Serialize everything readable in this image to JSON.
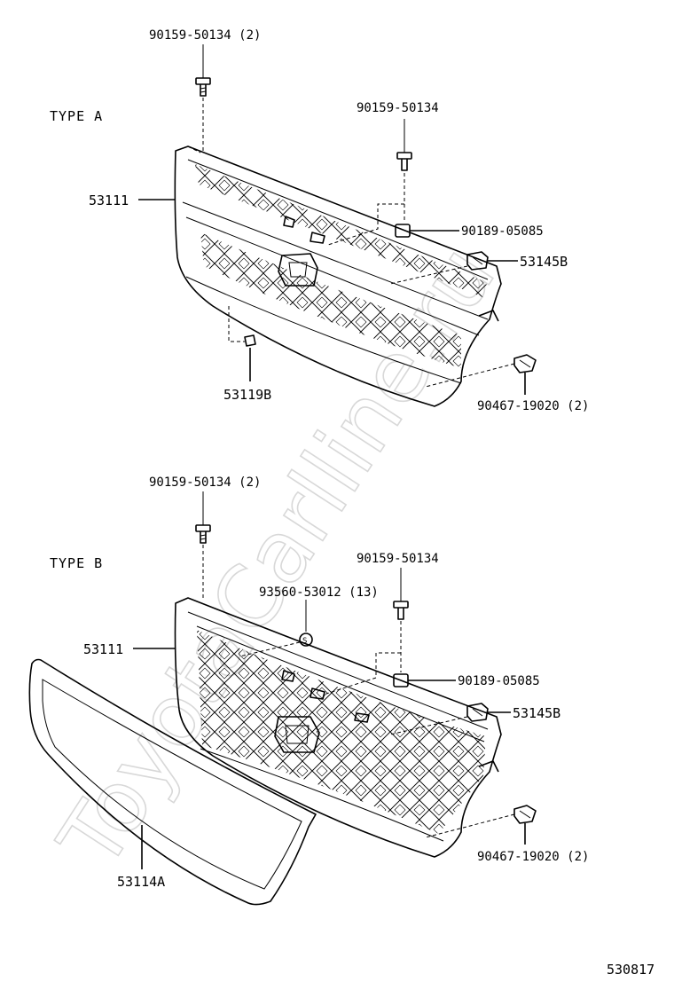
{
  "watermark": "ToyotaCarlline.ru",
  "diagram_id": "530817",
  "type_a": {
    "title": "TYPE  A",
    "labels": {
      "bolt_top": "90159-50134 (2)",
      "bolt_right": "90159-50134",
      "grille": "53111",
      "nut": "90189-05085",
      "clip_right": "53145B",
      "clip_bottom": "53119B",
      "clip_lower_right": "90467-19020 (2)"
    }
  },
  "type_b": {
    "title": "TYPE  B",
    "labels": {
      "bolt_top": "90159-50134 (2)",
      "bolt_right": "90159-50134",
      "seal": "93560-53012 (13)",
      "grille": "53111",
      "nut": "90189-05085",
      "clip_right": "53145B",
      "clip_lower_right": "90467-19020 (2)",
      "panel": "53114A"
    }
  }
}
